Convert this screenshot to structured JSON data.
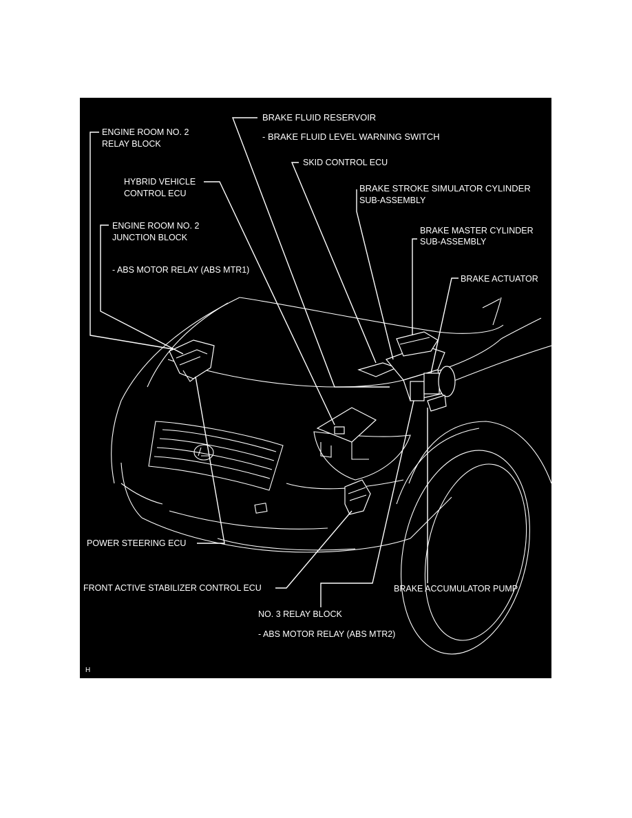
{
  "labels": {
    "brake_fluid_reservoir": "BRAKE FLUID RESERVOIR",
    "brake_fluid_level_switch": "- BRAKE FLUID LEVEL WARNING SWITCH",
    "engine_room_relay_1": "ENGINE ROOM NO. 2",
    "engine_room_relay_2": "RELAY BLOCK",
    "skid_control_ecu": "SKID CONTROL ECU",
    "hybrid_ecu_1": "HYBRID VEHICLE",
    "hybrid_ecu_2": "CONTROL ECU",
    "stroke_sim_1": "BRAKE STROKE SIMULATOR CYLINDER",
    "stroke_sim_2": "SUB-ASSEMBLY",
    "engine_room_junction_1": "ENGINE ROOM NO. 2",
    "engine_room_junction_2": "JUNCTION BLOCK",
    "master_cyl_1": "BRAKE MASTER CYLINDER",
    "master_cyl_2": "SUB-ASSEMBLY",
    "abs_motor_relay_1": "- ABS MOTOR RELAY (ABS MTR1)",
    "brake_actuator": "BRAKE ACTUATOR",
    "power_steering_ecu": "POWER STEERING ECU",
    "front_stabilizer_ecu": "FRONT ACTIVE STABILIZER CONTROL ECU",
    "brake_accumulator_pump": "BRAKE ACCUMULATOR PUMP",
    "no3_relay_block": "NO. 3 RELAY BLOCK",
    "abs_motor_relay_2": "- ABS MOTOR RELAY (ABS MTR2)",
    "corner_mark": "H"
  }
}
